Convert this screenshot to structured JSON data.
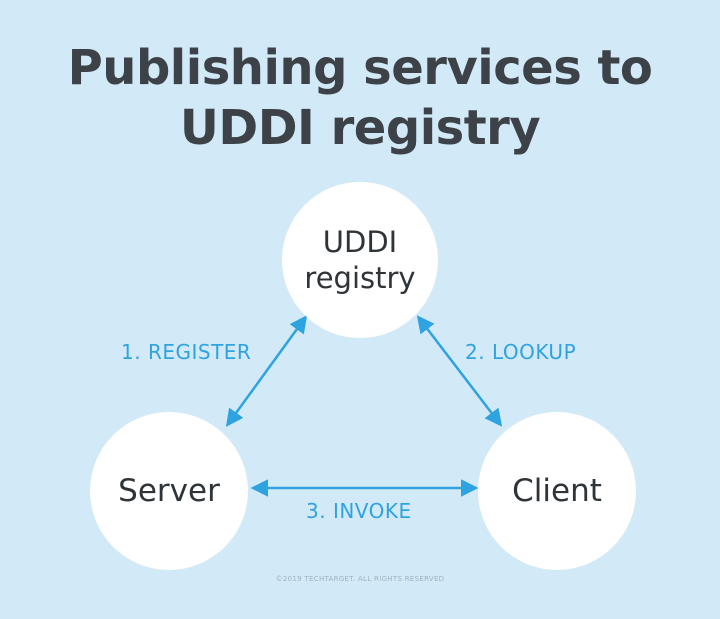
{
  "title": {
    "line1": "Publishing services to",
    "line2": "UDDI registry"
  },
  "nodes": {
    "registry": {
      "line1": "UDDI",
      "line2": "registry"
    },
    "server": {
      "label": "Server"
    },
    "client": {
      "label": "Client"
    }
  },
  "edges": {
    "register": "1. REGISTER",
    "lookup": "2. LOOKUP",
    "invoke": "3. INVOKE"
  },
  "colors": {
    "background": "#d2e9f7",
    "accent": "#2fa3e0",
    "title": "#3c4247",
    "node_fill": "#ffffff"
  },
  "footer": {
    "copyright": "©2019 TECHTARGET. ALL RIGHTS RESERVED"
  }
}
